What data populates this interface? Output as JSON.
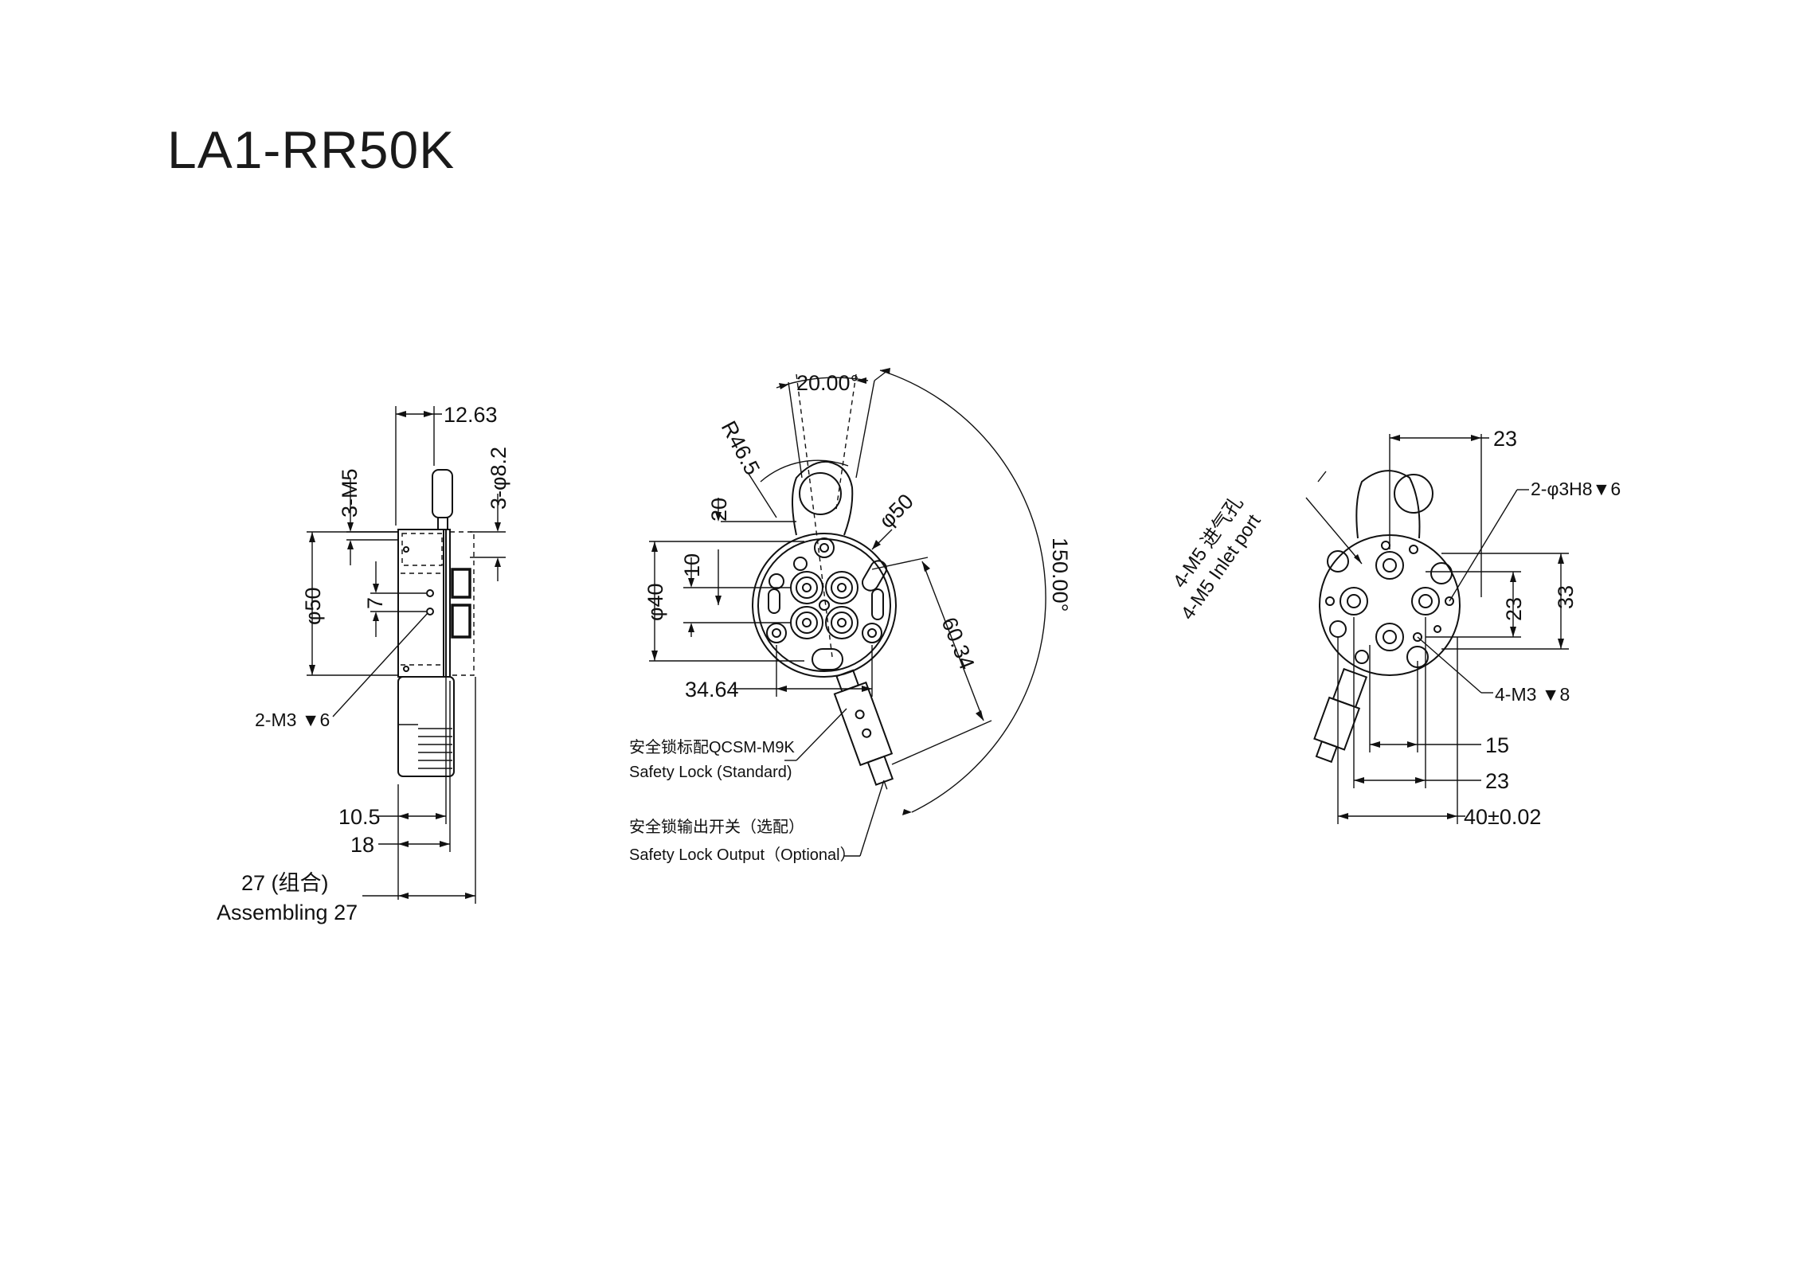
{
  "title": "LA1-RR50K",
  "side_view": {
    "dim_top": "12.63",
    "dim_3m5": "3-M5",
    "dim_3d82": "3-φ8.2",
    "dim_d50": "φ50",
    "dim_7": "7",
    "dim_2m3": "2-M3 ▼6",
    "dim_105": "10.5",
    "dim_18": "18",
    "dim_27": "27 (组合)",
    "assembling": "Assembling 27"
  },
  "front_view": {
    "dim_angle20": "20.00°",
    "dim_r465": "R46.5",
    "dim_d50": "φ50",
    "dim_20": "20",
    "dim_10": "10",
    "dim_d40": "φ40",
    "dim_3464": "34.64",
    "dim_6034": "60.34",
    "dim_150": "150.00°",
    "lock_std_cn": "安全锁标配QCSM-M9K",
    "lock_std_en": "Safety Lock (Standard)",
    "lock_out_cn": "安全锁输出开关（选配）",
    "lock_out_en": "Safety Lock Output（Optional）"
  },
  "back_view": {
    "dim_23_top": "23",
    "dim_2d3h8": "2-φ3H8▼6",
    "inlet_cn": "4-M5 进气孔",
    "inlet_en": "4-M5 Inlet port",
    "dim_23_v": "23",
    "dim_33": "33",
    "dim_4m3": "4-M3 ▼8",
    "dim_15": "15",
    "dim_23_b": "23",
    "dim_40": "40±0.02"
  }
}
